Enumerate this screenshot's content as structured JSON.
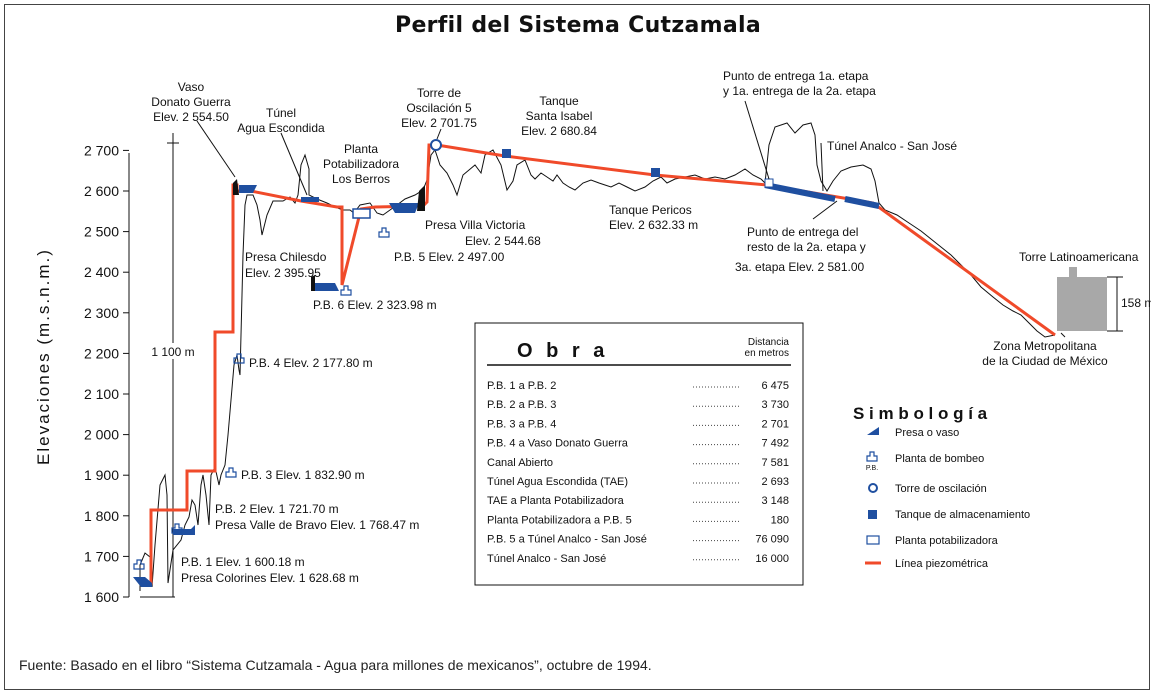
{
  "title": "Perfil del Sistema Cutzamala",
  "source_note": "Fuente: Basado en el libro “Sistema Cutzamala - Agua para millones de mexicanos”, octubre de 1994.",
  "axis": {
    "label": "Elevaciones   (m.s.n.m.)",
    "ticks": [
      "1 600",
      "1 700",
      "1 800",
      "1 900",
      "2 000",
      "2 100",
      "2 200",
      "2 300",
      "2 400",
      "2 500",
      "2 600",
      "2 700"
    ],
    "span_label": "1 100 m"
  },
  "labels": {
    "vaso_dg": [
      "Vaso",
      "Donato Guerra",
      "Elev. 2 554.50"
    ],
    "tunel_ae": [
      "Túnel",
      "Agua Escondida"
    ],
    "planta_lb": [
      "Planta",
      "Potabilizadora",
      "Los Berros"
    ],
    "torre_osc": [
      "Torre de",
      "Oscilación 5",
      "Elev. 2 701.75"
    ],
    "tanque_si": [
      "Tanque",
      "Santa Isabel",
      "Elev. 2 680.84"
    ],
    "punto_1a": [
      "Punto de entrega 1a. etapa",
      "y 1a. entrega de la 2a. etapa"
    ],
    "tunel_asj": "Túnel Analco - San José",
    "presa_vv": [
      "Presa Villa Victoria",
      "Elev. 2 544.68"
    ],
    "pb5": "P.B. 5  Elev. 2 497.00",
    "presa_ch": [
      "Presa Chilesdo",
      "Elev. 2 395.95"
    ],
    "pb6": "P.B. 6  Elev. 2 323.98 m",
    "tanque_pe": [
      "Tanque Pericos",
      "Elev. 2 632.33 m"
    ],
    "punto_resto": [
      "Punto de entrega del",
      "resto de la 2a. etapa y",
      "3a. etapa  Elev. 2 581.00"
    ],
    "torre_lat": "Torre Latinoamericana",
    "h158": "158 m",
    "zona": [
      "Zona Metropolitana",
      "de la Ciudad de México"
    ],
    "pb4": "P.B. 4  Elev. 2 177.80 m",
    "pb3": "P.B. 3  Elev. 1 832.90 m",
    "pb2": [
      "P.B. 2  Elev. 1 721.70 m",
      "Presa Valle de Bravo  Elev. 1 768.47 m"
    ],
    "pb1": [
      "P.B. 1  Elev. 1 600.18 m",
      "Presa Colorines  Elev. 1 628.68 m"
    ]
  },
  "obra_table": {
    "title": "O b r a",
    "distance_header": [
      "Distancia",
      "en metros"
    ],
    "rows": [
      {
        "name": "P.B. 1  a  P.B. 2",
        "value": "6 475"
      },
      {
        "name": "P.B. 2  a  P.B. 3",
        "value": "3 730"
      },
      {
        "name": "P.B. 3  a  P.B. 4",
        "value": "2 701"
      },
      {
        "name": "P.B. 4  a Vaso Donato Guerra",
        "value": "7 492"
      },
      {
        "name": "Canal Abierto",
        "value": "7 581"
      },
      {
        "name": "Túnel Agua Escondida (TAE)",
        "value": "2 693"
      },
      {
        "name": "TAE a Planta Potabilizadora",
        "value": "3 148"
      },
      {
        "name": "Planta Potabilizadora a P.B. 5",
        "value": "180"
      },
      {
        "name": "P.B. 5  a Túnel Analco - San José",
        "value": "76 090"
      },
      {
        "name": "Túnel Analco - San José",
        "value": "16 000"
      }
    ]
  },
  "legend": {
    "title": "S i m b o l o g í a",
    "items": [
      {
        "label": "Presa o vaso",
        "icon": "dam-icon"
      },
      {
        "label": "Planta de bombeo",
        "icon": "pump-plant-icon",
        "sub": "P.B."
      },
      {
        "label": "Torre de oscilación",
        "icon": "surge-tower-icon"
      },
      {
        "label": "Tanque de almacenamiento",
        "icon": "storage-tank-icon"
      },
      {
        "label": "Planta potabilizadora",
        "icon": "treatment-plant-icon"
      },
      {
        "label": "Línea piezométrica",
        "icon": "piezometric-line-icon"
      }
    ]
  },
  "colors": {
    "piezometric": "#f04a2a",
    "water": "#1f4fa0",
    "building": "#a8a8a8"
  }
}
